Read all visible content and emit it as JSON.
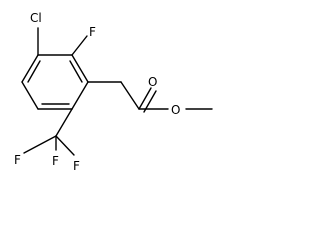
{
  "structure": {
    "atoms": {
      "chlorine": "Cl",
      "fluorine_ring": "F",
      "fluorine_cf3_top": "F",
      "fluorine_cf3_left": "F",
      "fluorine_cf3_right": "F",
      "oxygen_carbonyl": "O",
      "oxygen_ester": "O"
    }
  },
  "colors": {
    "bond": "#000000",
    "label": "#000000",
    "background": "#ffffff"
  }
}
